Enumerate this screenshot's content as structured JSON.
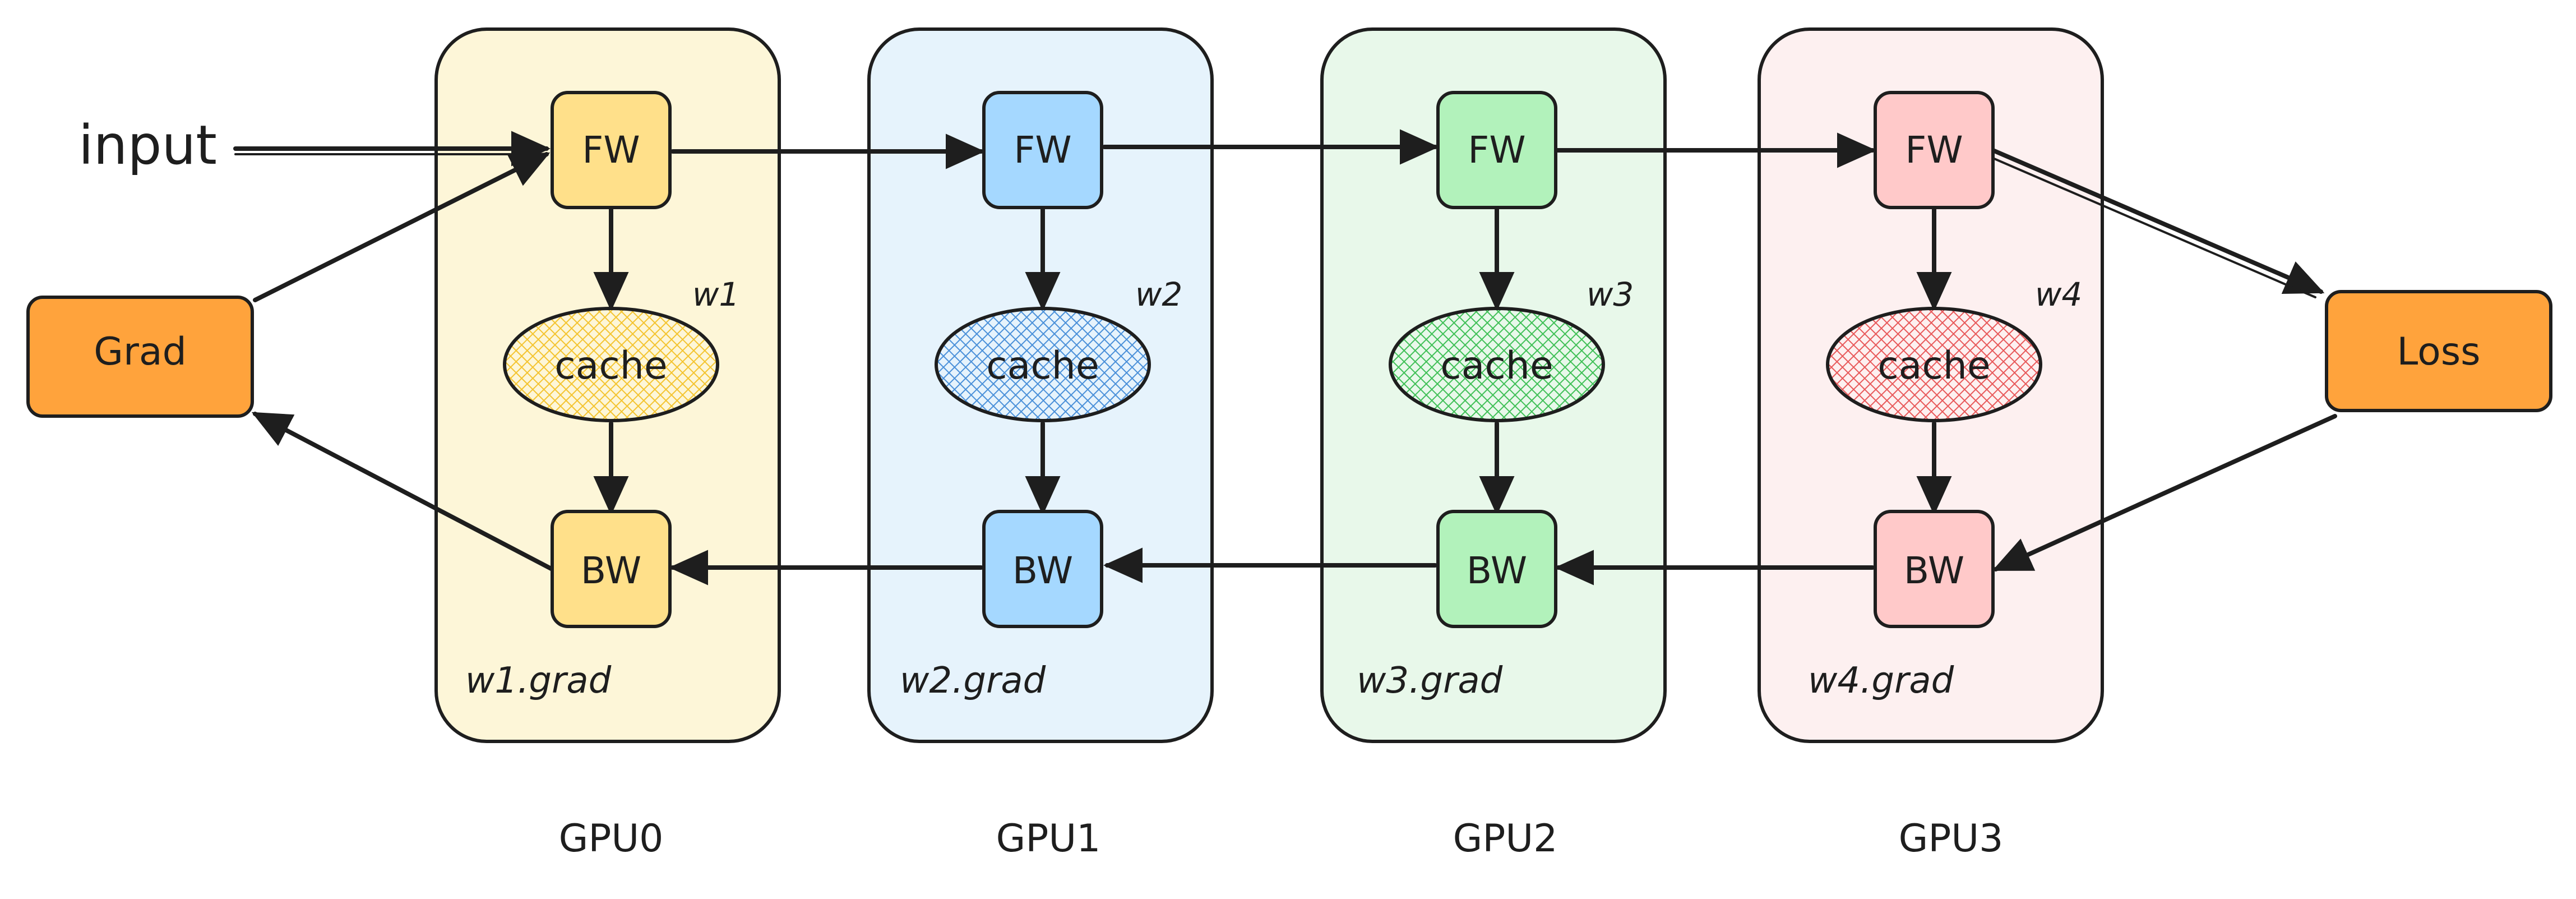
{
  "diagram": {
    "input_label": "input",
    "grad_label": "Grad",
    "loss_label": "Loss",
    "gpus": [
      {
        "name": "GPU0",
        "fw": "FW",
        "cache": "cache",
        "bw": "BW",
        "weight": "w1",
        "grad": "w1.grad"
      },
      {
        "name": "GPU1",
        "fw": "FW",
        "cache": "cache",
        "bw": "BW",
        "weight": "w2",
        "grad": "w2.grad"
      },
      {
        "name": "GPU2",
        "fw": "FW",
        "cache": "cache",
        "bw": "BW",
        "weight": "w3",
        "grad": "w3.grad"
      },
      {
        "name": "GPU3",
        "fw": "FW",
        "cache": "cache",
        "bw": "BW",
        "weight": "w4",
        "grad": "w4.grad"
      }
    ]
  },
  "colors": {
    "stroke": "#1e1e1e",
    "gpu0_panel": "#fdf6d8",
    "gpu0_node": "#ffe08a",
    "gpu0_cache": "#f4c430",
    "gpu1_panel": "#e6f3fc",
    "gpu1_node": "#a5d8ff",
    "gpu1_cache": "#4a90d9",
    "gpu2_panel": "#e8f8ea",
    "gpu2_node": "#b2f2bb",
    "gpu2_cache": "#40c057",
    "gpu3_panel": "#fdf0f0",
    "gpu3_node": "#ffc9c9",
    "gpu3_cache": "#e8595a",
    "grad_box": "#ffa33c",
    "loss_box": "#ffa33c"
  }
}
